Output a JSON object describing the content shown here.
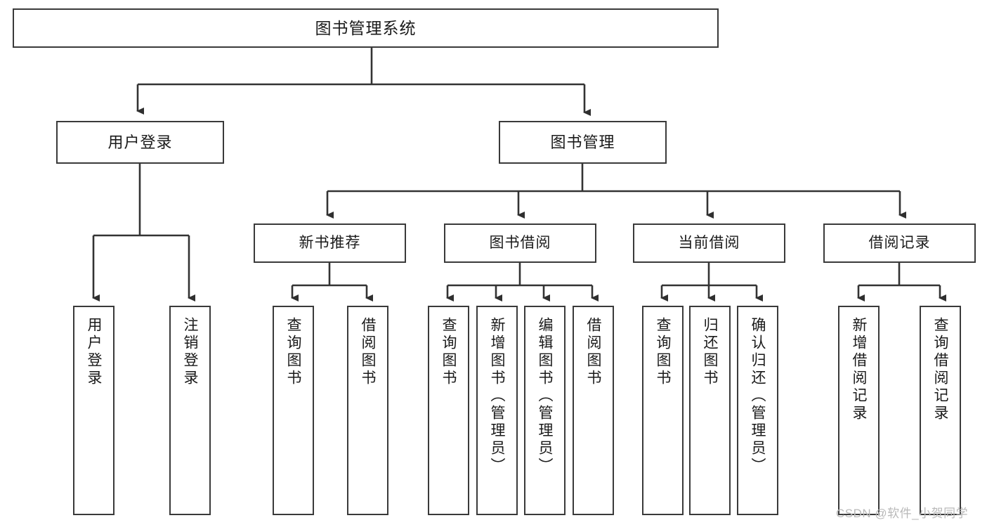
{
  "diagram": {
    "type": "tree-flowchart",
    "title": "图书管理系统",
    "watermark": "CSDN @软件_小贺同学",
    "colors": {
      "box_border": "#3a3a3a",
      "box_fill": "#ffffff",
      "edge": "#333333",
      "text": "#1a1a1a",
      "watermark": "#b9b9b9",
      "background": "#ffffff"
    },
    "nodes": {
      "root": {
        "label": "图书管理系统"
      },
      "level1": [
        {
          "label": "用户登录"
        },
        {
          "label": "图书管理"
        }
      ],
      "level2": [
        {
          "label": "新书推荐"
        },
        {
          "label": "图书借阅"
        },
        {
          "label": "当前借阅"
        },
        {
          "label": "借阅记录"
        }
      ],
      "leaves": {
        "user_login": [
          {
            "label": "用户登录"
          },
          {
            "label": "注销登录"
          }
        ],
        "new_book": [
          {
            "label": "查询图书"
          },
          {
            "label": "借阅图书"
          }
        ],
        "book_borrow": [
          {
            "label": "查询图书"
          },
          {
            "label": "新增图书（管理员）"
          },
          {
            "label": "编辑图书（管理员）"
          },
          {
            "label": "借阅图书"
          }
        ],
        "current_borrow": [
          {
            "label": "查询图书"
          },
          {
            "label": "归还图书"
          },
          {
            "label": "确认归还（管理员）"
          }
        ],
        "borrow_record": [
          {
            "label": "新增借阅记录"
          },
          {
            "label": "查询借阅记录"
          }
        ]
      }
    }
  }
}
